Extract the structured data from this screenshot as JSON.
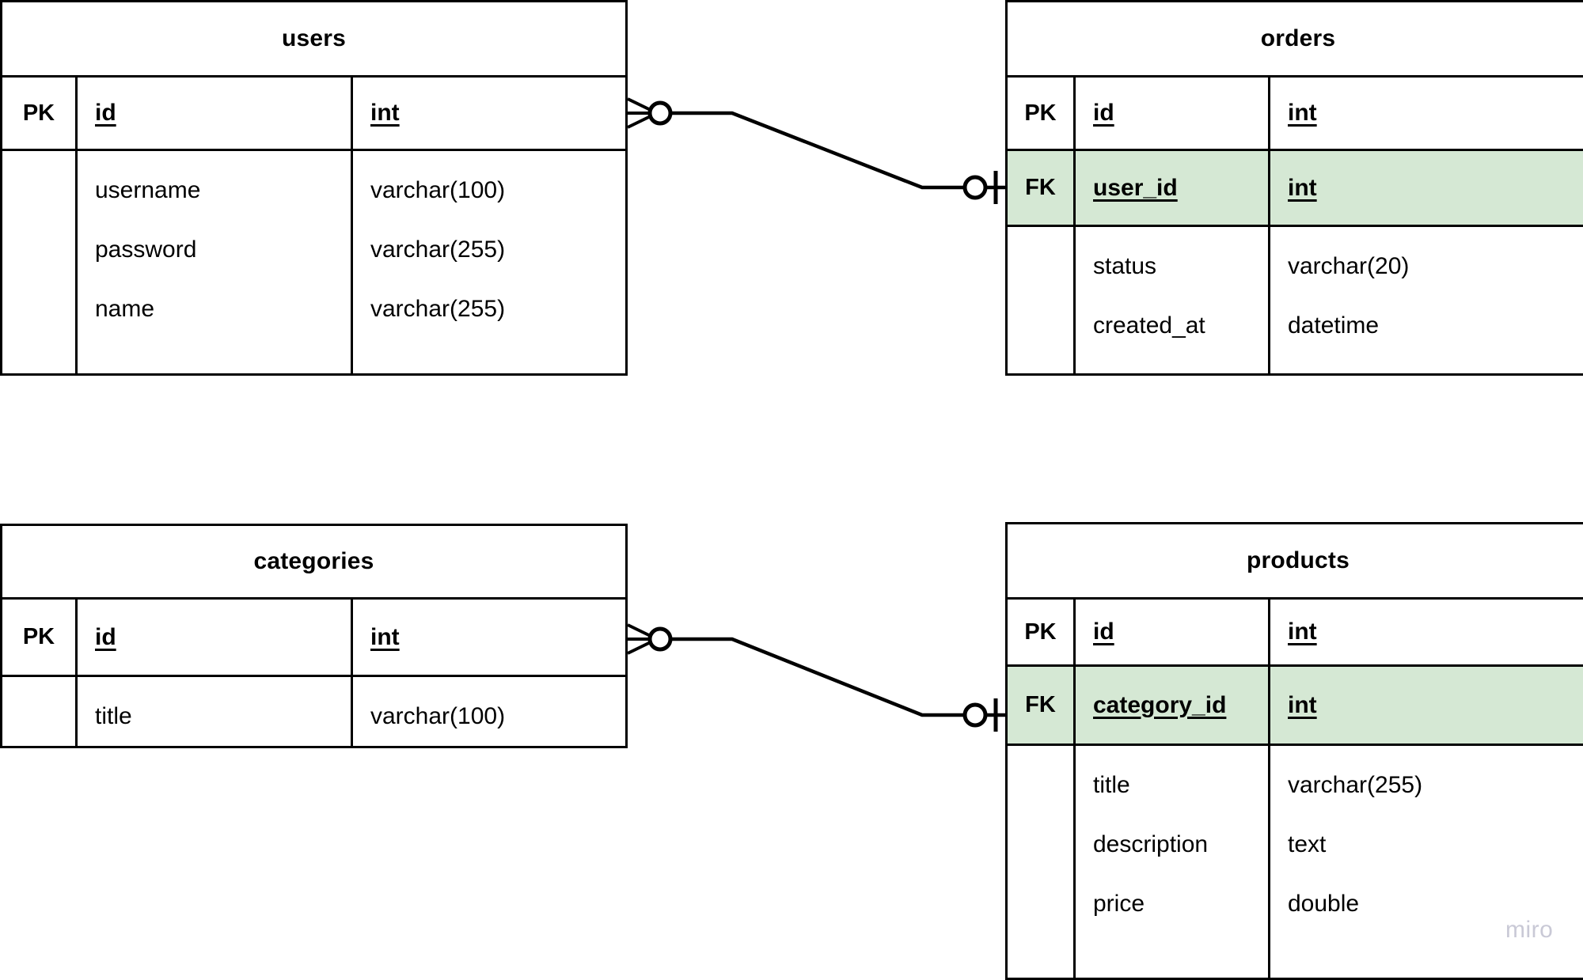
{
  "diagram": {
    "type": "entity-relationship-diagram",
    "notation": "crows-foot",
    "background_color": "#FFFFFF",
    "line_color": "#000000",
    "fk_highlight_color": "#D5E8D4"
  },
  "watermark": {
    "text": "miro"
  },
  "labels": {
    "pk": "PK",
    "fk": "FK"
  },
  "entities": [
    {
      "id": "users",
      "title": "users",
      "fields": [
        {
          "key": "PK",
          "name": "id",
          "type": "int"
        },
        {
          "key": "",
          "name": "username",
          "type": "varchar(100)"
        },
        {
          "key": "",
          "name": "password",
          "type": "varchar(255)"
        },
        {
          "key": "",
          "name": "name",
          "type": "varchar(255)"
        }
      ]
    },
    {
      "id": "orders",
      "title": "orders",
      "fields": [
        {
          "key": "PK",
          "name": "id",
          "type": "int"
        },
        {
          "key": "FK",
          "name": "user_id",
          "type": "int"
        },
        {
          "key": "",
          "name": "status",
          "type": "varchar(20)"
        },
        {
          "key": "",
          "name": "created_at",
          "type": "datetime"
        }
      ]
    },
    {
      "id": "categories",
      "title": "categories",
      "fields": [
        {
          "key": "PK",
          "name": "id",
          "type": "int"
        },
        {
          "key": "",
          "name": "title",
          "type": "varchar(100)"
        }
      ]
    },
    {
      "id": "products",
      "title": "products",
      "fields": [
        {
          "key": "PK",
          "name": "id",
          "type": "int"
        },
        {
          "key": "FK",
          "name": "category_id",
          "type": "int"
        },
        {
          "key": "",
          "name": "title",
          "type": "varchar(255)"
        },
        {
          "key": "",
          "name": "description",
          "type": "text"
        },
        {
          "key": "",
          "name": "price",
          "type": "double"
        }
      ]
    }
  ],
  "relationships": [
    {
      "id": "users-orders",
      "from_entity": "users",
      "from_field": "id",
      "from_cardinality": "zero-or-many",
      "to_entity": "orders",
      "to_field": "user_id",
      "to_cardinality": "zero-or-one"
    },
    {
      "id": "categories-products",
      "from_entity": "categories",
      "from_field": "id",
      "from_cardinality": "zero-or-many",
      "to_entity": "products",
      "to_field": "category_id",
      "to_cardinality": "zero-or-one"
    }
  ]
}
